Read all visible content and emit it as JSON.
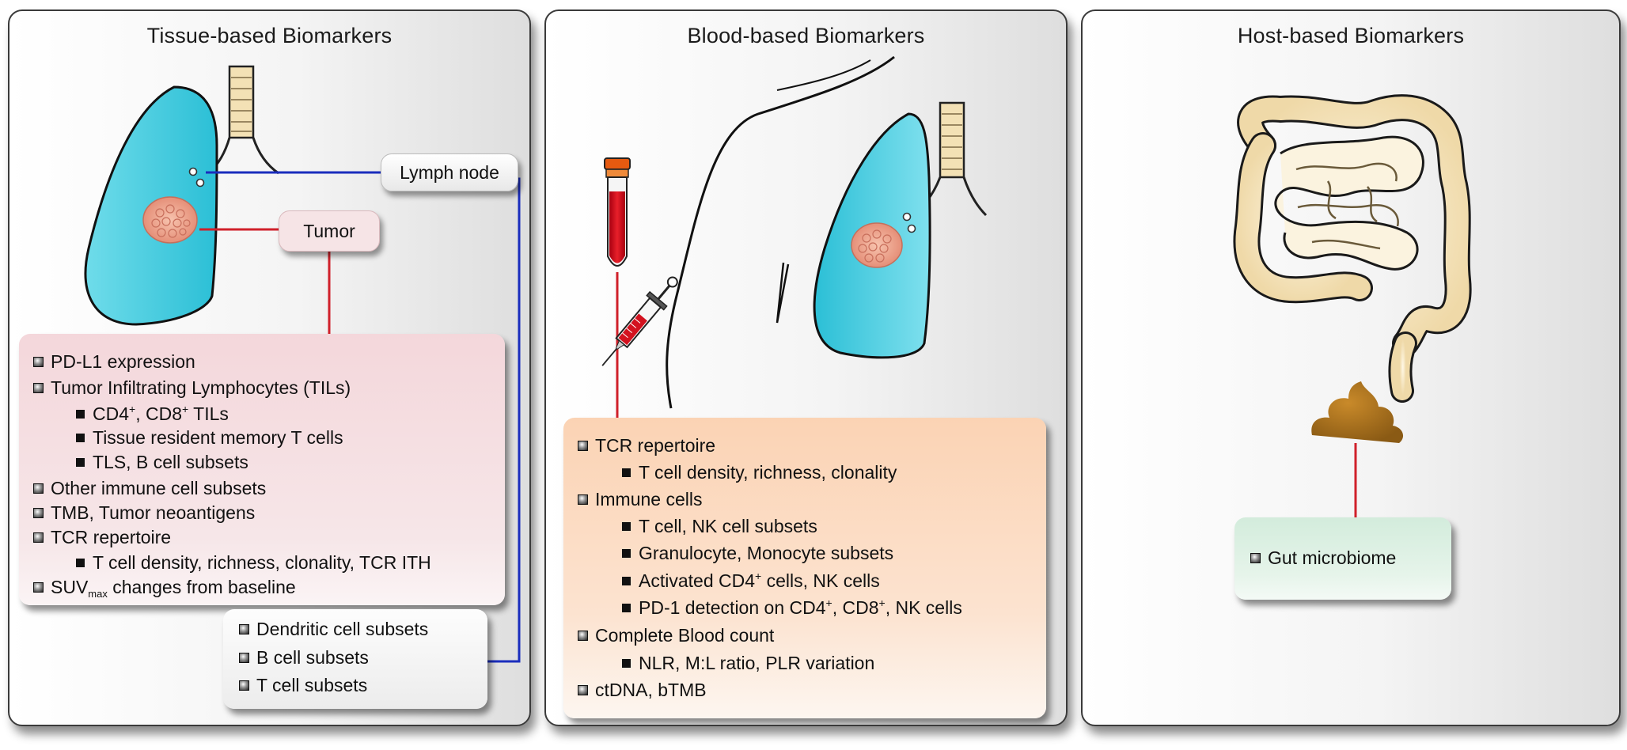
{
  "panels": {
    "tissue": {
      "title": "Tissue-based Biomarkers",
      "lymph_label": "Lymph node",
      "tumor_label": "Tumor",
      "tumor_list": {
        "item1": "PD-L1 expression",
        "item2": "Tumor Infiltrating Lymphocytes (TILs)",
        "item2a_cd4": "CD4",
        "item2a_sep": ", CD8",
        "item2a_tail": " TILs",
        "sup_plus": "+",
        "item2b": "Tissue resident memory T cells",
        "item2c": "TLS, B cell subsets",
        "item3": "Other immune cell subsets",
        "item4": "TMB, Tumor neoantigens",
        "item5": "TCR repertoire",
        "item5a": "T cell density, richness, clonality, TCR ITH",
        "item6_pre": "SUV",
        "item6_sub": "max",
        "item6_post": " changes from baseline"
      },
      "lymph_list": [
        "Dendritic cell subsets",
        "B cell subsets",
        "T cell subsets"
      ]
    },
    "blood": {
      "title": "Blood-based Biomarkers",
      "list": {
        "item1": "TCR repertoire",
        "item1a": "T cell density, richness, clonality",
        "item2": "Immune cells",
        "item2a": "T cell, NK cell subsets",
        "item2b": "Granulocyte, Monocyte subsets",
        "item2c_pre": "Activated CD4",
        "item2c_post": " cells, NK cells",
        "item2d_pre": "PD-1 detection on CD4",
        "item2d_mid": ", CD8",
        "item2d_post": ", NK cells",
        "sup_plus": "+",
        "item3": "Complete Blood count",
        "item3a": "NLR, M:L ratio, PLR variation",
        "item4": "ctDNA, bTMB"
      }
    },
    "host": {
      "title": "Host-based Biomarkers",
      "gut_label": "Gut microbiome"
    }
  },
  "colors": {
    "tumor_box": "#f3d9dd",
    "lymph_box": "#f2f2f2",
    "blood_box": "#fbd8bd",
    "gut_box": "#d6eedf",
    "lung": "#35c6dc",
    "red_line": "#d0202a",
    "blue_line": "#1a2dbd"
  },
  "icons": [
    "lung-icon",
    "trachea-icon",
    "tumor-icon",
    "blood-tube-icon",
    "syringe-icon",
    "intestine-icon",
    "stool-icon"
  ]
}
